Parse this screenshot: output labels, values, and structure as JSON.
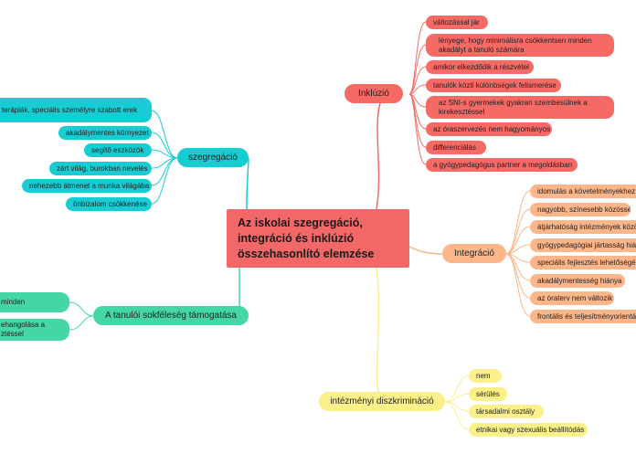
{
  "central": {
    "line1": "Az iskolai szegregáció,",
    "line2": "integráció és inklúzió",
    "line3": "összehasonlító elemzése"
  },
  "colors": {
    "inkluzio": "#f66a66",
    "integracio": "#fdb68a",
    "diszkriminacio": "#fbf08a",
    "szegregacio": "#17cdd3",
    "sokfeleseg": "#45d7a3"
  },
  "inkluzio": {
    "label": "Inklúzió",
    "items": [
      "változással jár",
      "lényege, hogy minimálisra csökkentsen minden akadályt a tanuló számára",
      "amikor elkezdődik a részvétel",
      "tanulók közti különbségek felismerése",
      "az SNI-s gyermekek gyakran szembesülnek a kirekesztéssel",
      "az óraszervezés nem hagyományos",
      "differenciálás",
      "a gyógypedagógus partner a megoldásban"
    ]
  },
  "integracio": {
    "label": "Integráció",
    "items": [
      "idomulás a követelményekhez",
      "nagyobb, színesebb közösség",
      "átjárhatóság intézmények között",
      "gyógypedagógiai jártasság hiánya",
      "speciális fejlesztés lehetőségének",
      "akadálymentesség hiánya",
      "az óraterv nem változik",
      "frontális és teljesítményorientált"
    ]
  },
  "diszkriminacio": {
    "label": "intézményi diszkrimináció",
    "items": [
      "nem",
      "sérülés",
      "társadalmi osztály",
      "etnikai vagy szexuális beállítódás"
    ]
  },
  "szegregacio": {
    "label": "szegregáció",
    "items": [
      "terápiák, speciális személyre szabott erek",
      "akadálymentes környezet",
      "segítő eszközök",
      "zárt világ, burokban nevelés",
      "nehezebb átmenet a munka világába",
      "önbizalom csökkenése"
    ]
  },
  "sokfeleseg": {
    "label": "A tanulói sokféleség támogatása",
    "items": [
      "minden",
      "ehangolása a ztéssel"
    ]
  }
}
